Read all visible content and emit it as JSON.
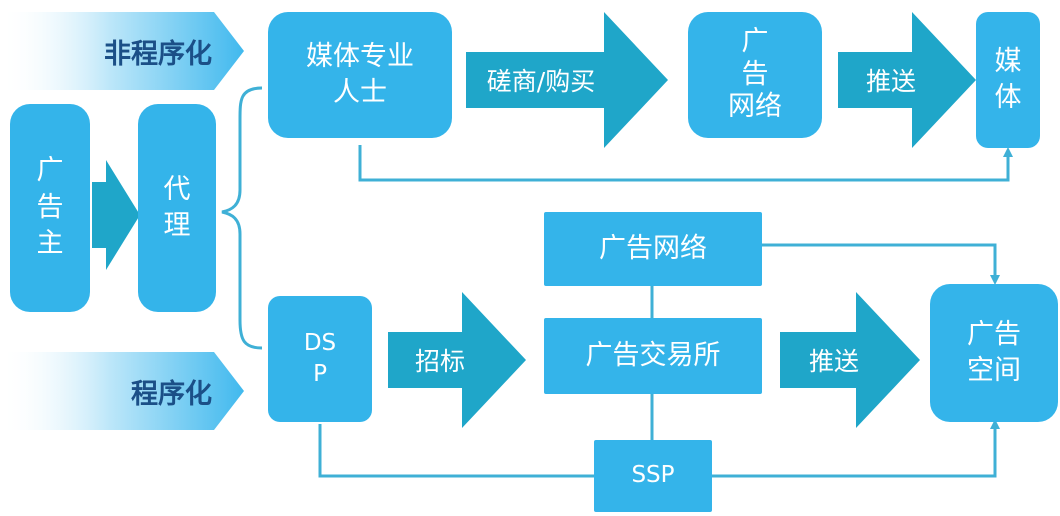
{
  "labels": {
    "non_programmatic": "非程序化",
    "programmatic": "程序化"
  },
  "nodes": {
    "advertiser": "广\n告\n主",
    "agency": "代\n理",
    "media_professional": "媒体专业\n人士",
    "ad_network_top": "广\n告\n网络",
    "media": "媒\n体",
    "dsp": "DS\nP",
    "ad_network_bottom": "广告网络",
    "ad_exchange": "广告交易所",
    "ssp": "SSP",
    "ad_space": "广告\n空间"
  },
  "arrows": {
    "negotiate_buy": "磋商/购买",
    "push_top": "推送",
    "bid": "招标",
    "push_bottom": "推送"
  },
  "colors": {
    "box": "#34b4ea",
    "arrow": "#1fa6c9",
    "line": "#3fb0d6",
    "tag_bg": "#41b9ee",
    "tag_text": "#1b4f87"
  }
}
